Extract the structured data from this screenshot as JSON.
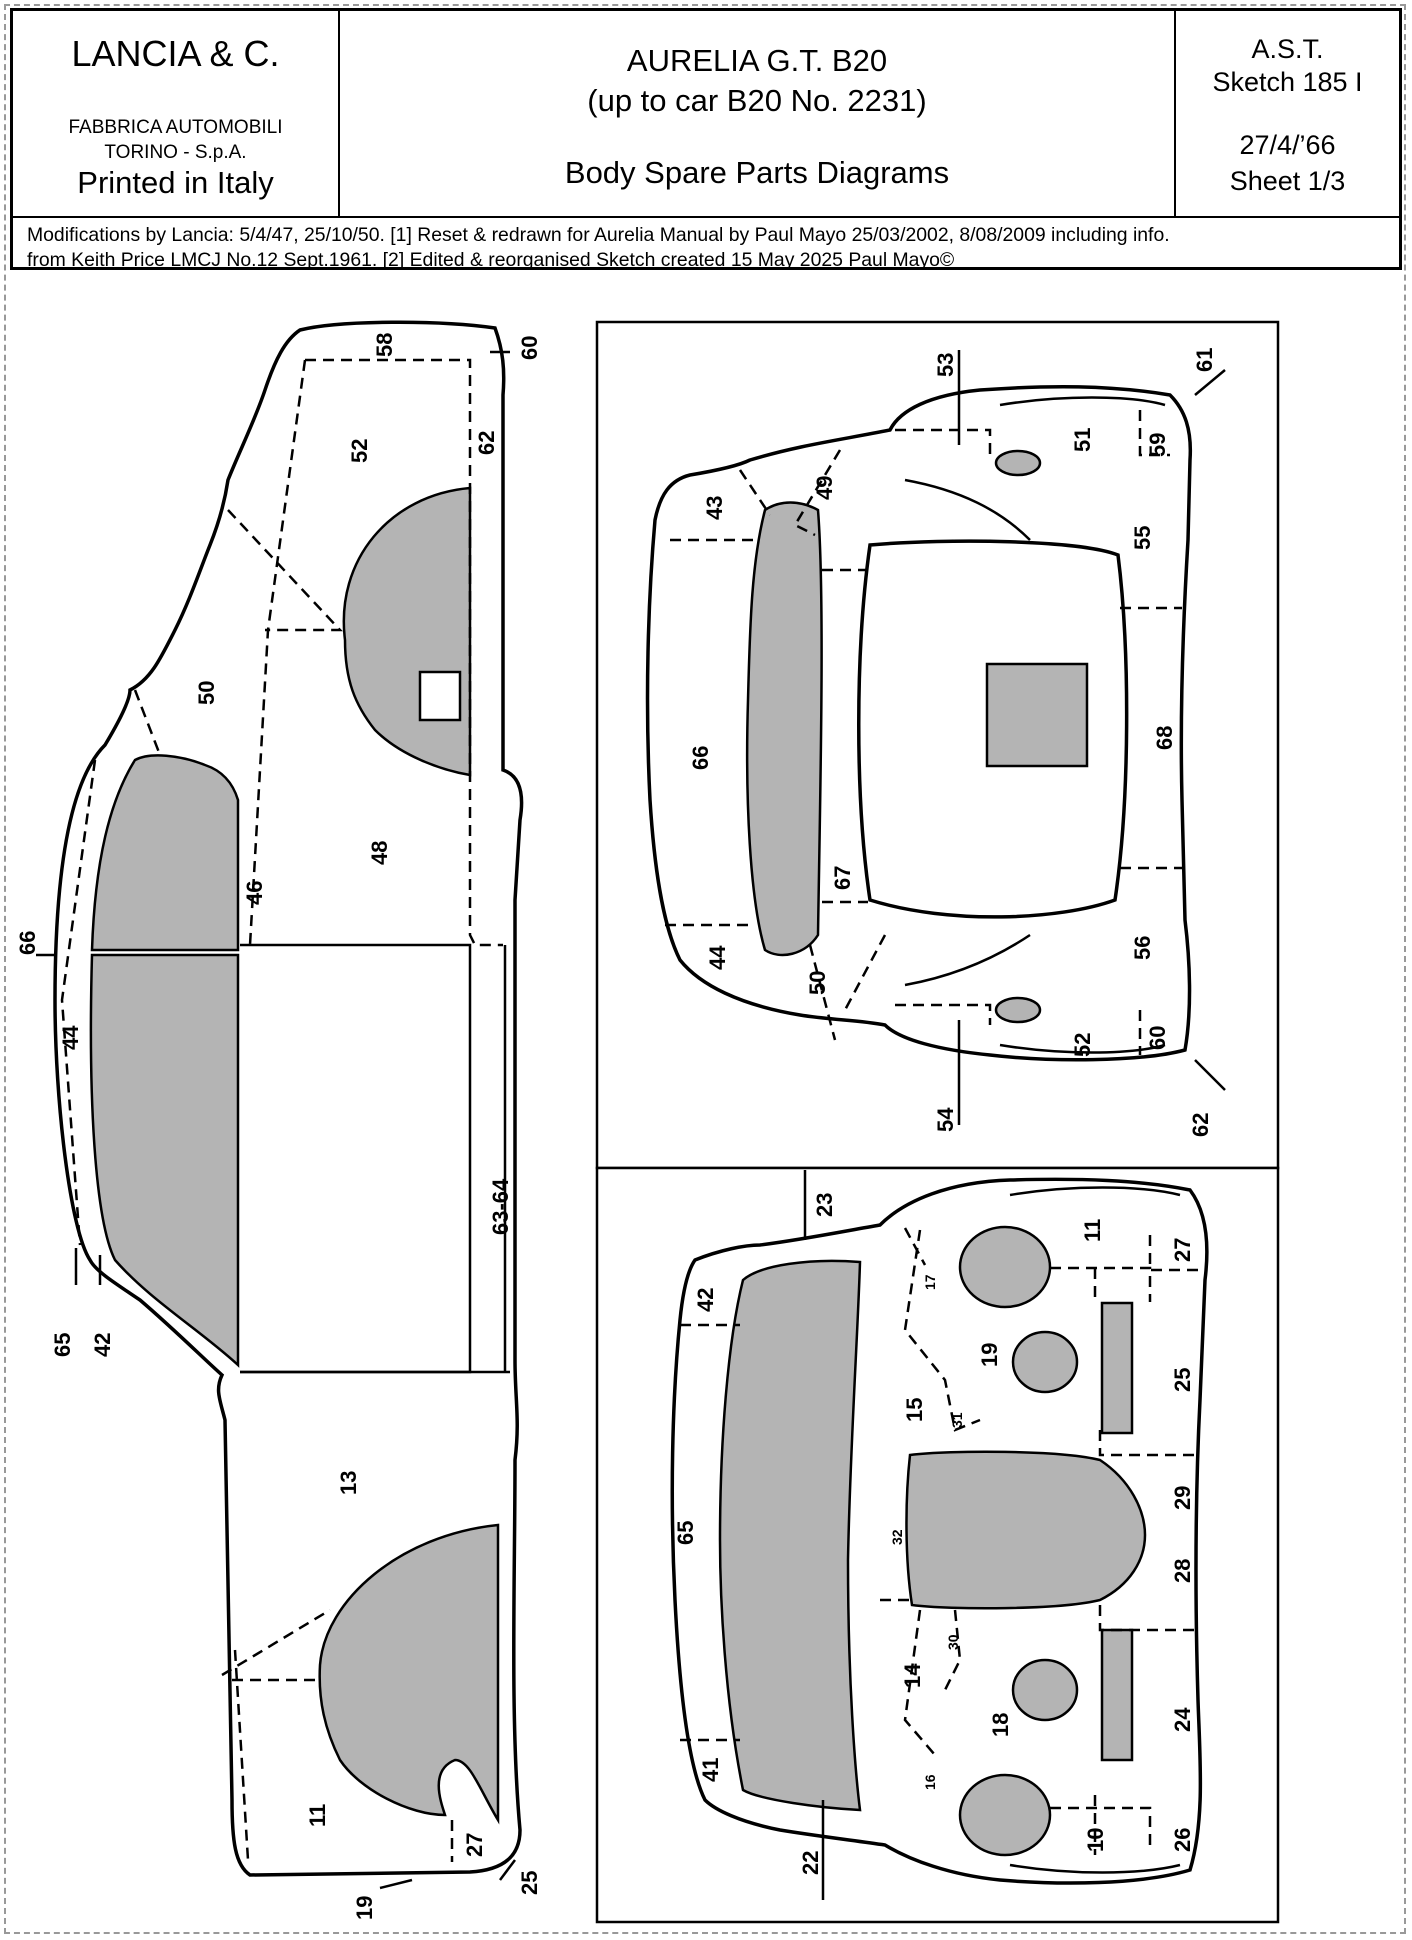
{
  "header": {
    "manufacturer": "LANCIA & C.",
    "manufacturer_line1": "FABBRICA AUTOMOBILI",
    "manufacturer_line2": "TORINO - S.p.A.",
    "printed": "Printed in Italy",
    "model_line1": "AURELIA G.T. B20",
    "model_line2": "(up to car B20 No. 2231)",
    "subtitle": "Body Spare Parts Diagrams",
    "ast": "A.S.T.",
    "sketch": "Sketch 185 I",
    "date": "27/4/’66",
    "sheet": "Sheet 1/3"
  },
  "notes": {
    "line1": "Modifications by Lancia: 5/4/47, 25/10/50.  [1] Reset & redrawn for Aurelia Manual by Paul Mayo 25/03/2002, 8/08/2009 including info.",
    "line2": "from Keith Price LMCJ No.12 Sept.1961. [2] Edited & reorganised Sketch created 15 May 2025 Paul Mayo©"
  },
  "side_view": {
    "labels": [
      "58",
      "60",
      "52",
      "62",
      "50",
      "48",
      "46",
      "66",
      "44",
      "63-64",
      "65",
      "42",
      "13",
      "11",
      "27",
      "19",
      "25"
    ]
  },
  "rear_view": {
    "labels": [
      "53",
      "61",
      "51",
      "59",
      "43",
      "49",
      "55",
      "66",
      "68",
      "67",
      "44",
      "50",
      "56",
      "52",
      "60",
      "54",
      "62"
    ]
  },
  "front_view": {
    "labels": [
      "23",
      "11",
      "27",
      "42",
      "17",
      "19",
      "25",
      "15",
      "31",
      "65",
      "32",
      "29",
      "28",
      "30",
      "14",
      "18",
      "24",
      "16",
      "41",
      "22",
      "10",
      "26"
    ]
  }
}
